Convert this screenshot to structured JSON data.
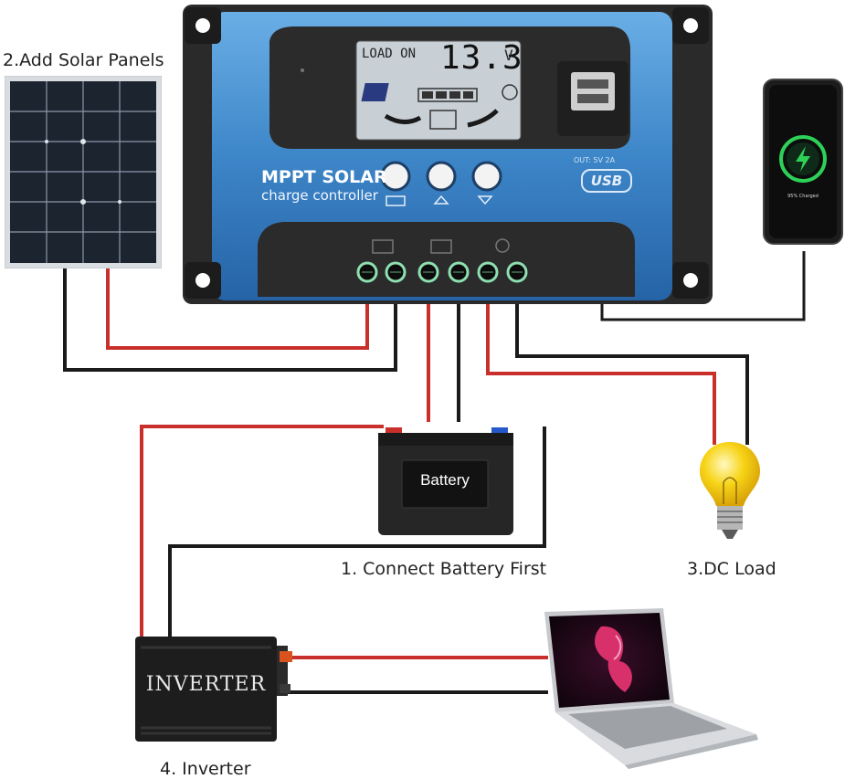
{
  "captions": {
    "solar_panels": "2.Add Solar Panels",
    "battery_first": "1. Connect Battery First",
    "dc_load": "3.DC Load",
    "inverter": "4. Inverter"
  },
  "controller": {
    "lcd_status": "LOAD ON",
    "lcd_voltage": "13.3",
    "lcd_unit": "V",
    "title": "MPPT SOLAR",
    "subtitle": "charge controller",
    "usb_label": "USB",
    "usb_spec": "OUT: 5V 2A"
  },
  "battery": {
    "label": "Battery"
  },
  "inverter": {
    "label": "INVERTER"
  },
  "phone": {
    "charge_status": "95% Charged"
  },
  "colors": {
    "wire_red": "#c9302c",
    "wire_black": "#1a1a1a",
    "controller_blue": "#3d86c8",
    "controller_dark": "#2b2b2b",
    "bulb_yellow": "#f7d417",
    "phone_ring": "#2ed158"
  }
}
